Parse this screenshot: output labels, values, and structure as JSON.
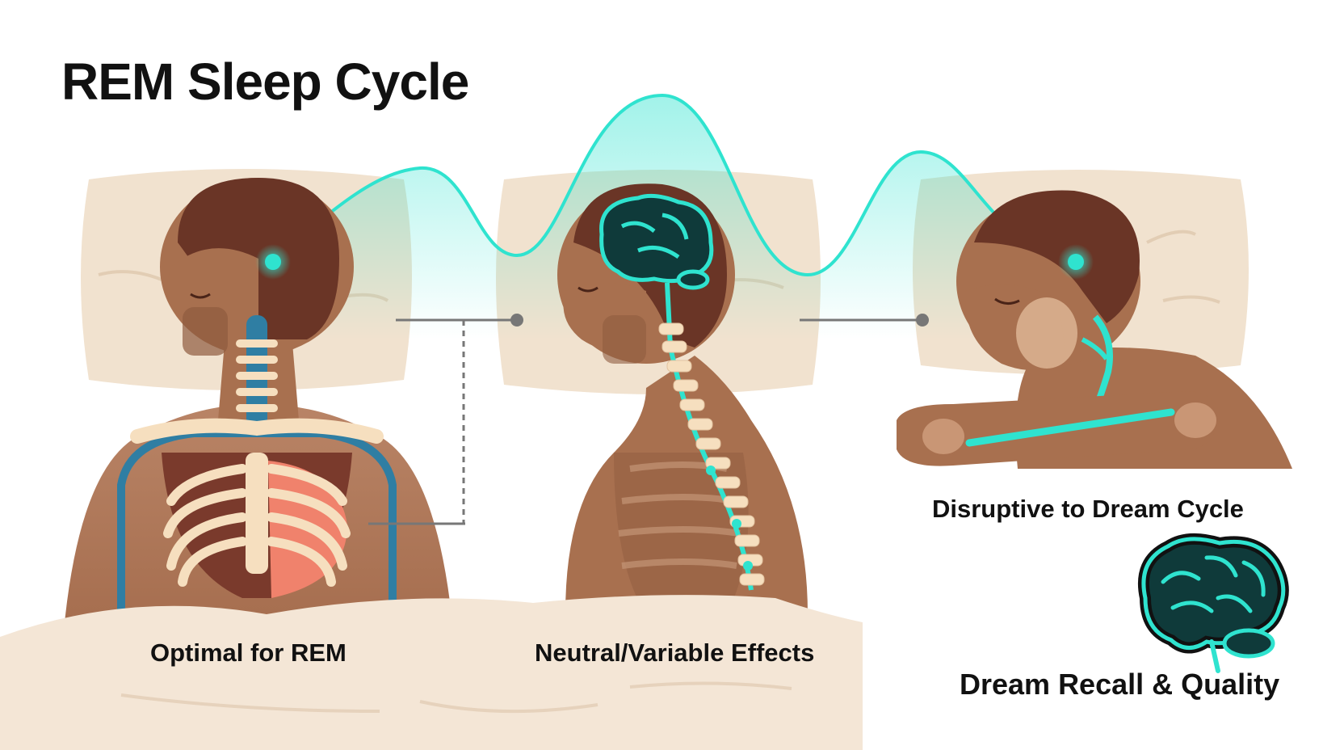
{
  "title": "REM Sleep Cycle",
  "positions": [
    {
      "id": "back",
      "label": "Optimal for REM"
    },
    {
      "id": "side",
      "label": "Neutral/Variable Effects"
    },
    {
      "id": "stomach",
      "label": "Disruptive to Dream Cycle"
    }
  ],
  "legend": {
    "label": "Dream Recall & Quality",
    "icon": "brain-icon"
  },
  "colors": {
    "accent": "#2fe3cf",
    "skin": "#b07a5a",
    "hair": "#6a3526",
    "pillow": "#f1e2cf",
    "blanket": "#f4e6d6",
    "bone": "#f6dfbf",
    "vessel": "#2f7ea3",
    "lung": "#f0826c"
  }
}
